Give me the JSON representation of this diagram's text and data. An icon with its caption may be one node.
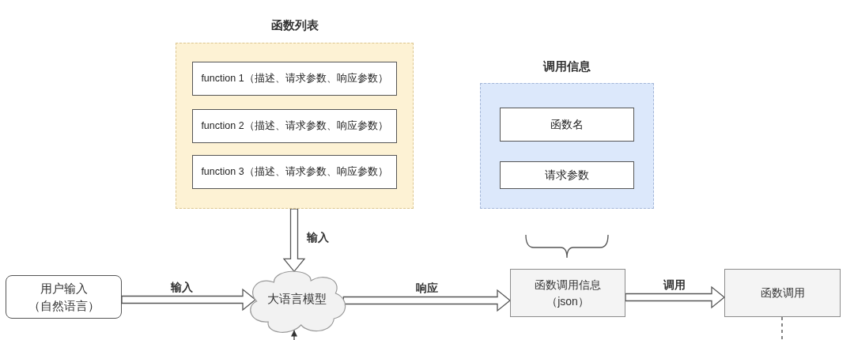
{
  "diagram": {
    "nodes": [
      {
        "text": [
          "函数列表"
        ]
      },
      {
        "text": [
          "function 1（描述、请求参数、响应参数）"
        ],
        "in": 0
      },
      {
        "text": [
          "function 2（描述、请求参数、响应参数）"
        ],
        "in": 0
      },
      {
        "text": [
          "function 3（描述、请求参数、响应参数）"
        ],
        "in": 0
      },
      {
        "text": [
          "调用信息"
        ]
      },
      {
        "text": [
          "函数名"
        ],
        "in": 4
      },
      {
        "text": [
          "请求参数"
        ],
        "in": 4
      },
      {
        "text": [
          "用户输入（自然语言）"
        ]
      },
      {
        "text": [
          "大语言模型"
        ]
      },
      {
        "text": [
          "函数调用信息（json）"
        ]
      },
      {
        "text": [
          "函数调用"
        ]
      }
    ],
    "edges": [
      {
        "from": 0,
        "to": 8,
        "arrow": "to",
        "label": "输入"
      },
      {
        "from": 7,
        "to": 8,
        "arrow": "to",
        "label": "输入"
      },
      {
        "from": 8,
        "to": 9,
        "arrow": "to",
        "label": "响应"
      },
      {
        "from": 9,
        "to": 10,
        "arrow": "to",
        "label": "调用"
      },
      {
        "from": 10,
        "to": null,
        "arrow": "none",
        "style": "dashed"
      },
      {
        "from": null,
        "to": 8,
        "arrow": "to"
      }
    ]
  }
}
